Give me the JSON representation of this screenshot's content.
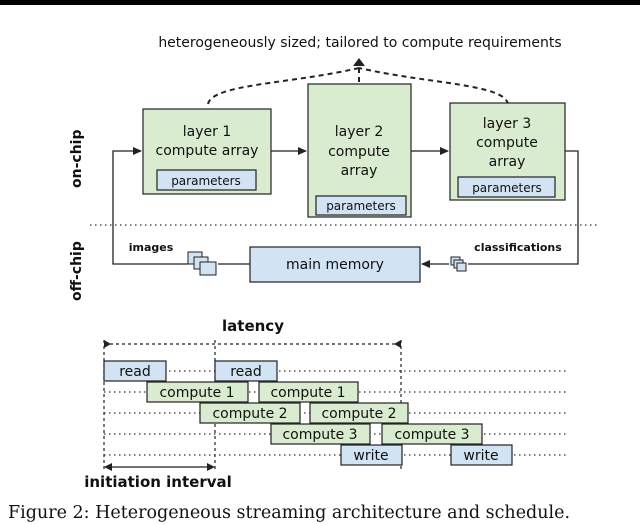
{
  "header_note": "heterogeneously sized; tailored to compute requirements",
  "regions": {
    "on_chip": "on-chip",
    "off_chip": "off-chip"
  },
  "layers": [
    {
      "title": "layer 1",
      "sub1": "compute array",
      "sub2": "",
      "params": "parameters"
    },
    {
      "title": "layer 2",
      "sub1": "compute",
      "sub2": "array",
      "params": "parameters"
    },
    {
      "title": "layer 3",
      "sub1": "compute",
      "sub2": "array",
      "params": "parameters"
    }
  ],
  "memory": {
    "label": "main memory",
    "images": "images",
    "classifications": "classifications"
  },
  "schedule": {
    "latency": "latency",
    "initiation_interval": "initiation interval",
    "read": "read",
    "compute1": "compute 1",
    "compute2": "compute 2",
    "compute3": "compute 3",
    "write": "write"
  },
  "caption": "Figure 2:  Heterogeneous streaming architecture and schedule."
}
